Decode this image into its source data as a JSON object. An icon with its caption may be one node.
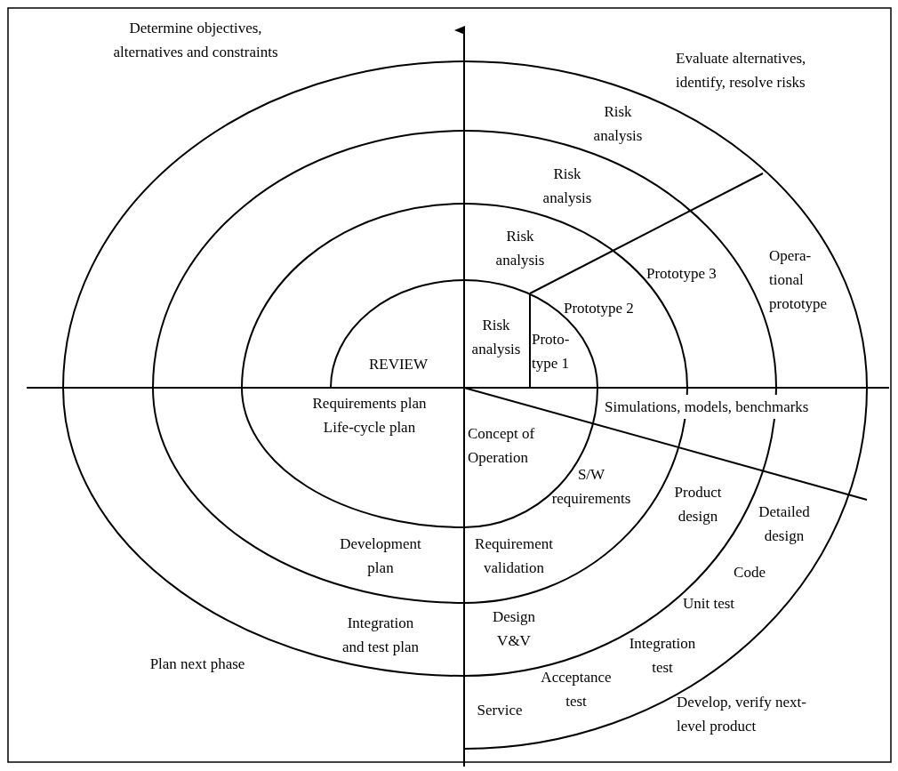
{
  "diagram": {
    "labels": [
      "Determine objectives, alternatives and constraints",
      "Evaluate alternatives, identify, resolve risks",
      "Risk analysis",
      "Risk analysis",
      "Risk analysis",
      "Opera- tional prototype",
      "Prototype 3",
      "Prototype 2",
      "Risk analysis",
      "Proto- type 1",
      "REVIEW",
      "Simulations, models, benchmarks",
      "Requirements plan Life-cycle plan",
      "Concept of Operation",
      "S/W requirements",
      "Product design",
      "Detailed design",
      "Development plan",
      "Requirement validation",
      "Code",
      "Unit test",
      "Design V&V",
      "Integration and test plan",
      "Integration test",
      "Plan next phase",
      "Acceptance test",
      "Service",
      "Develop, verify next-level product"
    ]
  }
}
